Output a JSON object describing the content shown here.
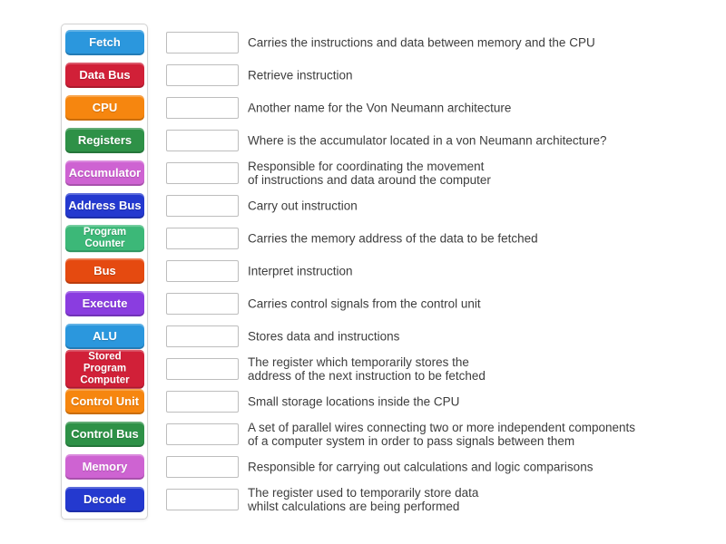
{
  "page": {
    "background": "#ffffff",
    "clue_text_color": "#3d3d3d"
  },
  "colors": {
    "blue": "#2b97dd",
    "crimson": "#d12038",
    "orange": "#f6860f",
    "green": "#2e9147",
    "orchid": "#ce63d2",
    "royal_blue": "#2439cf",
    "sea_green": "#3cb878",
    "orange_red": "#e54a10",
    "purple": "#8a3de0"
  },
  "rows": [
    {
      "keyword": "Fetch",
      "color": "#2b97dd",
      "clue": "Carries the instructions and data between memory and the CPU"
    },
    {
      "keyword": "Data Bus",
      "color": "#d12038",
      "clue": "Retrieve instruction"
    },
    {
      "keyword": "CPU",
      "color": "#f6860f",
      "clue": "Another name for the Von Neumann architecture"
    },
    {
      "keyword": "Registers",
      "color": "#2e9147",
      "clue": "Where is the accumulator located in a von Neumann architecture?"
    },
    {
      "keyword": "Accumulator",
      "color": "#ce63d2",
      "clue": "Responsible for coordinating the movement\nof instructions and data around the computer"
    },
    {
      "keyword": "Address Bus",
      "color": "#2439cf",
      "clue": "Carry out instruction"
    },
    {
      "keyword": "Program\nCounter",
      "color": "#3cb878",
      "clue": "Carries the memory address of the data to be fetched"
    },
    {
      "keyword": "Bus",
      "color": "#e54a10",
      "clue": "Interpret instruction"
    },
    {
      "keyword": "Execute",
      "color": "#8a3de0",
      "clue": "Carries control signals from the control unit"
    },
    {
      "keyword": "ALU",
      "color": "#2b97dd",
      "clue": "Stores data and instructions"
    },
    {
      "keyword": "Stored Program\nComputer",
      "color": "#d12038",
      "clue": "The register which temporarily stores the\naddress of the next instruction to be fetched"
    },
    {
      "keyword": "Control Unit",
      "color": "#f6860f",
      "clue": "Small storage locations inside the CPU"
    },
    {
      "keyword": "Control Bus",
      "color": "#2e9147",
      "clue": "A set of parallel wires connecting two or more independent components\nof a computer system in order to pass signals between them"
    },
    {
      "keyword": "Memory",
      "color": "#ce63d2",
      "clue": "Responsible for carrying out calculations and logic comparisons"
    },
    {
      "keyword": "Decode",
      "color": "#2439cf",
      "clue": "The register used to temporarily store data\nwhilst calculations are being performed"
    }
  ]
}
